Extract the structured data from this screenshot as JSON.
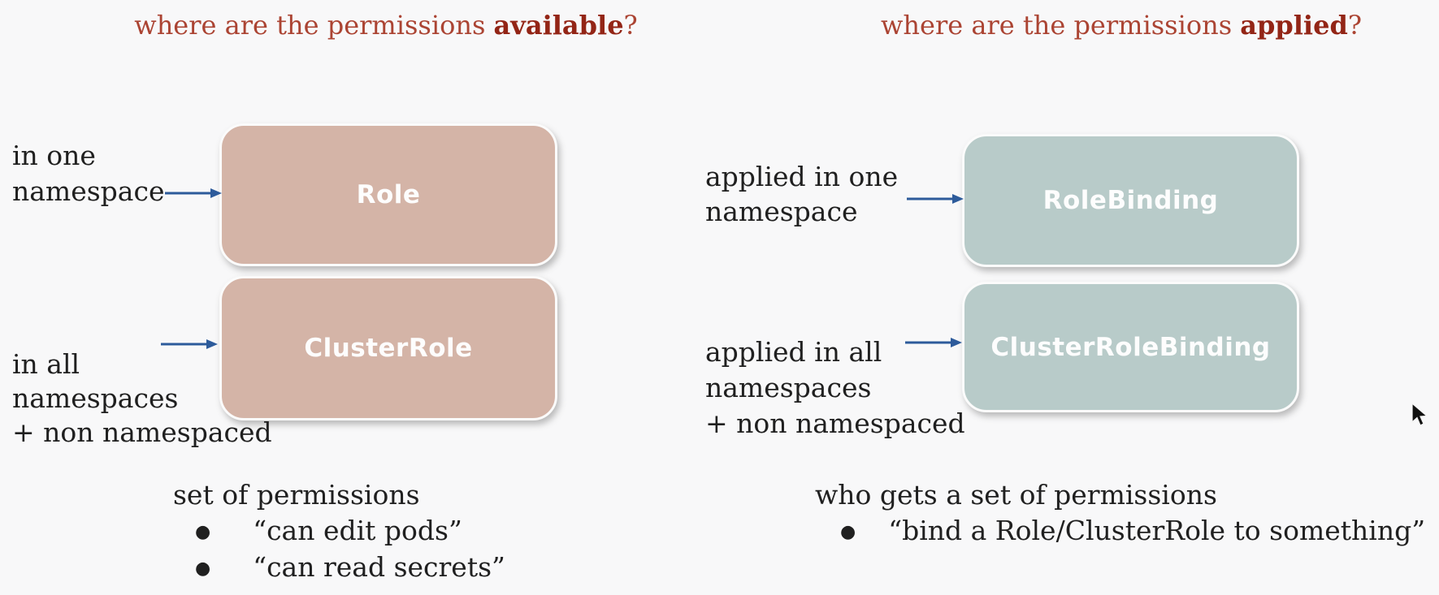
{
  "slide": {
    "bullet_glyph": "●",
    "colors": {
      "background": "#f8f8f9",
      "heading_red": "#ab4433",
      "heading_red_bold": "#932516",
      "role_box_fill": "#d4b4a7",
      "binding_box_fill": "#b8cbc9",
      "box_label_text": "#fdfdfd",
      "arrow_blue": "#2d5b9b",
      "body_text": "#202020"
    }
  },
  "headings": {
    "left": {
      "prefix": "where are the permissions ",
      "bold": "available",
      "suffix": "?"
    },
    "right": {
      "prefix": "where are the permissions ",
      "bold": "applied",
      "suffix": "?"
    }
  },
  "left_column": {
    "boxes": [
      {
        "label": "Role"
      },
      {
        "label": "ClusterRole"
      }
    ],
    "annotations": [
      {
        "lines": [
          "in one",
          "namespace"
        ]
      },
      {
        "lines": [
          "in all",
          "namespaces",
          "+ non namespaced"
        ]
      }
    ],
    "footer": {
      "title": "set of permissions",
      "bullets": [
        "“can edit pods”",
        "“can read secrets”"
      ]
    }
  },
  "right_column": {
    "boxes": [
      {
        "label": "RoleBinding"
      },
      {
        "label": "ClusterRoleBinding"
      }
    ],
    "annotations": [
      {
        "lines": [
          "applied in one",
          "namespace"
        ]
      },
      {
        "lines": [
          "applied in all",
          "namespaces",
          "+ non namespaced"
        ]
      }
    ],
    "footer": {
      "title": "who gets a set of permissions",
      "bullets": [
        "“bind a Role/ClusterRole to something”"
      ]
    }
  }
}
